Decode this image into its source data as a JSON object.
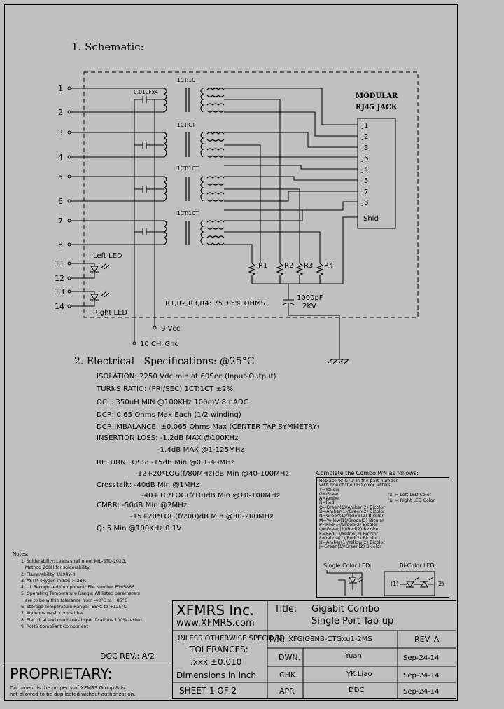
{
  "section1_title": "1. Schematic:",
  "pins": [
    {
      "num": "1"
    },
    {
      "num": "2"
    },
    {
      "num": "3"
    },
    {
      "num": "4"
    },
    {
      "num": "5"
    },
    {
      "num": "6"
    },
    {
      "num": "7"
    },
    {
      "num": "8"
    },
    {
      "num": "11"
    },
    {
      "num": "12"
    },
    {
      "num": "13"
    },
    {
      "num": "14"
    }
  ],
  "cap_label": "0.01uFx4",
  "ratio_labels": [
    "1CT:1CT",
    "1CT:CT",
    "1CT:1CT",
    "1CT:1CT"
  ],
  "jack_title_1": "MODULAR",
  "jack_title_2": "RJ45 JACK",
  "jack_pins": [
    "J1",
    "J2",
    "J3",
    "J6",
    "J4",
    "J5",
    "J7",
    "J8",
    "Shld"
  ],
  "left_led": "Left LED",
  "right_led": "Right LED",
  "resistors": [
    "R1",
    "R2",
    "R3",
    "R4"
  ],
  "resistor_note": "R1,R2,R3,R4: 75 ±5% OHMS",
  "hv_cap_1": "1000pF",
  "hv_cap_2": "2KV",
  "vcc": "9 Vcc",
  "ch_gnd": "10 CH_Gnd",
  "section2_title": "2. Electrical",
  "section2_title_b": "Specifications: @25°C",
  "specs": [
    "ISOLATION: 2250 Vdc min at 60Sec (Input-Output)",
    "TURNS RATIO: (PRI/SEC) 1CT:1CT ±2%",
    "OCL: 350uH MIN @100KHz 100mV 8mADC",
    "DCR: 0.65 Ohms Max Each (1/2 winding)",
    "DCR IMBALANCE: ±0.065 Ohms Max (CENTER TAP SYMMETRY)",
    "INSERTION LOSS: -1.2dB MAX @100KHz",
    "-1.4dB MAX @1-125MHz",
    "RETURN LOSS: -15dB Min @0.1-40MHz",
    "-12+20*LOG(f/80MHz)dB Min @40-100MHz",
    "Crosstalk: -40dB Min @1MHz",
    "-40+10*LOG(f/10)dB Min @10-100MHz",
    "CMRR: -50dB Min @2MHz",
    "-15+20*LOG(f/200)dB Min @30-200MHz",
    "Q: 5 Min @100KHz 0.1V"
  ],
  "combo_title": "Complete the Combo P/N as follows:",
  "combo_lines": [
    "Replace 'x' & 'u' in the part number",
    "with one of the LED color letters:",
    "Y=Yellow",
    "G=Green",
    "A=Amber",
    "R=Red",
    "O=Green(1)/Amber(2) Bicolor",
    "D=Amber(1)/Green(2) Bicolor",
    "N=Green(1)/Yellow(2) Bicolor",
    "M=Yellow(1)/Green(2) Bicolor",
    "P=Red(1)/Green(2) Bicolor",
    "Q=Green(1)/Red(2) Bicolor",
    "E=Red(1)/Yellow(2) Bicolor",
    "F=Yellow(1)/Red(2) Bicolor",
    "H=Amber(1)/Yellow(2) Bicolor",
    "J=Green(1)/Green(2) Bicolor"
  ],
  "combo_x_note": "'x' = Left LED Color",
  "combo_u_note": "'u' = Right LED Color",
  "single_led": "Single Color LED:",
  "bi_led": "Bi-Color LED:",
  "bi_1": "(1)",
  "bi_2": "(2)",
  "notes_title": "Notes:",
  "notes": [
    "1. Solderability: Leads shall meet MIL-STD-202G,",
    "   Method 208H for solderability.",
    "2. Flammability: UL94V-0",
    "3. ASTM oxygen index: > 28%",
    "4. UL Recognized Component: File Number E165866",
    "5. Operating Temperature Range: All listed parameters",
    "   are to be within tolerance from -40°C to +85°C",
    "6. Storage Temperature Range: -55°C to +125°C",
    "7. Aqueous wash compatible",
    "8. Electrical and mechanical specifications 100% tested",
    "9. RoHS Compliant Component"
  ],
  "doc_rev": "DOC REV.: A/2",
  "proprietary": "PROPRIETARY:",
  "prop_1": "Document is the property of XFMRS Group & is",
  "prop_2": "not allowed to be duplicated without authorization.",
  "company": "XFMRS Inc.",
  "website": "www.XFMRS.com",
  "title_label": "Title:",
  "title_1": "Gigabit Combo",
  "title_2": "Single Port Tab-up",
  "unless": "UNLESS OTHERWISE SPECIFIED",
  "tolerances": "TOLERANCES:",
  "tol_val": ".xxx ±0.010",
  "dims": "Dimensions in Inch",
  "sheet": "SHEET 1 OF 2",
  "pn_label": "P/N:",
  "pn": "XFGIG8NB-CTGxu1-2MS",
  "rev": "REV. A",
  "dwn": "DWN.",
  "dwn_name": "Yuan",
  "dwn_date": "Sep-24-14",
  "chk": "CHK.",
  "chk_name": "YK Liao",
  "chk_date": "Sep-24-14",
  "app": "APP.",
  "app_name": "DDC",
  "app_date": "Sep-24-14"
}
